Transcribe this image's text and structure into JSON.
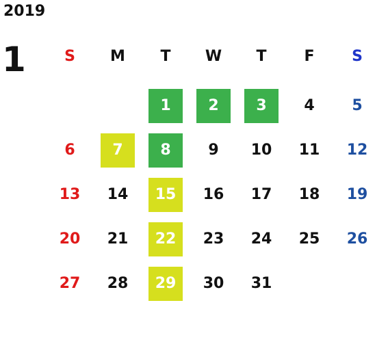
{
  "year": "2019",
  "month": "1",
  "weekdays": [
    "S",
    "M",
    "T",
    "W",
    "T",
    "F",
    "S"
  ],
  "weeks": [
    [
      "",
      "",
      "1",
      "2",
      "3",
      "4",
      "5"
    ],
    [
      "6",
      "7",
      "8",
      "9",
      "10",
      "11",
      "12"
    ],
    [
      "13",
      "14",
      "15",
      "16",
      "17",
      "18",
      "19"
    ],
    [
      "20",
      "21",
      "22",
      "23",
      "24",
      "25",
      "26"
    ],
    [
      "27",
      "28",
      "29",
      "30",
      "31",
      "",
      ""
    ]
  ],
  "highlights": {
    "green": [
      "1",
      "2",
      "3",
      "8"
    ],
    "yellow": [
      "7",
      "15",
      "22",
      "29"
    ]
  },
  "colors": {
    "sunday": "#e01a1a",
    "saturday_header": "#1f35c9",
    "saturday": "#1e4fa0",
    "weekday": "#111111",
    "green_highlight": "#3cb04c",
    "yellow_highlight": "#d6df1e"
  }
}
